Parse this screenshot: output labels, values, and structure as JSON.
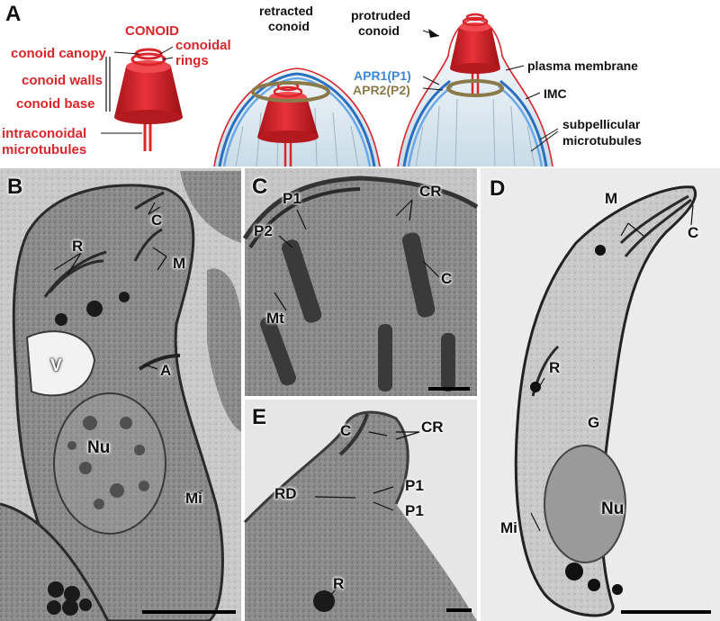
{
  "panel_a": {
    "letter": "A",
    "conoid_title": "CONOID",
    "parts": {
      "canopy": "conoid canopy",
      "walls": "conoid walls",
      "base": "conoid base",
      "intraconoidal_1": "intraconoidal",
      "intraconoidal_2": "microtubules",
      "rings_1": "conoidal",
      "rings_2": "rings"
    },
    "retracted_1": "retracted",
    "retracted_2": "conoid",
    "protruded_1": "protruded",
    "protruded_2": "conoid",
    "apr1": "APR1(P1)",
    "apr2": "APR2(P2)",
    "plasma_membrane": "plasma membrane",
    "imc": "IMC",
    "subpellicular_1": "subpellicular",
    "subpellicular_2": "microtubules",
    "colors": {
      "conoid": "#d8262b",
      "apr1": "#4a8fd6",
      "apr2": "#8a7a4a",
      "membrane": "#d8262b"
    }
  },
  "panel_b": {
    "letter": "B",
    "labels": {
      "C": "C",
      "R": "R",
      "M": "M",
      "V": "V",
      "A": "A",
      "Nu": "Nu",
      "Mi": "Mi"
    }
  },
  "panel_c": {
    "letter": "C",
    "labels": {
      "P1": "P1",
      "P2": "P2",
      "CR": "CR",
      "C": "C",
      "Mt": "Mt"
    }
  },
  "panel_d": {
    "letter": "D",
    "labels": {
      "M": "M",
      "C": "C",
      "R": "R",
      "G": "G",
      "Nu": "Nu",
      "Mi": "Mi"
    }
  },
  "panel_e": {
    "letter": "E",
    "labels": {
      "C": "C",
      "CR": "CR",
      "RD": "RD",
      "P1a": "P1",
      "P1b": "P1",
      "R": "R"
    }
  }
}
